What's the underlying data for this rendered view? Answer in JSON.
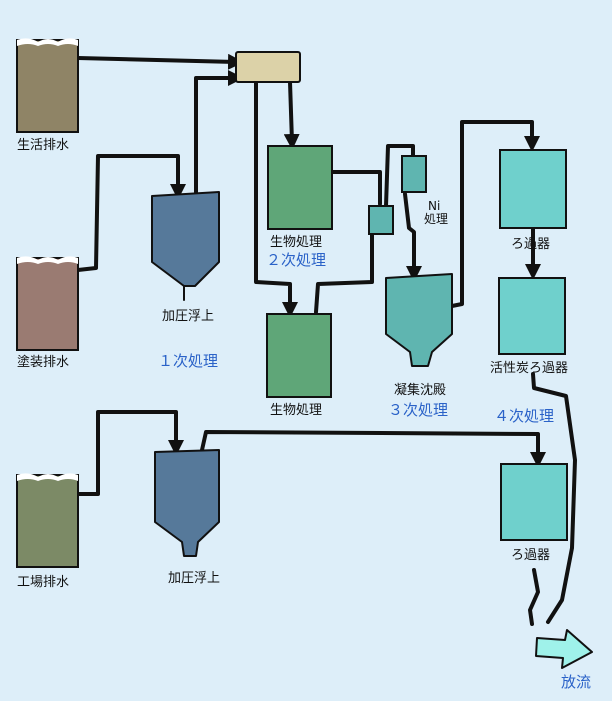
{
  "labels": {
    "domestic_wastewater": "生活排水",
    "paint_wastewater": "塗装排水",
    "factory_wastewater": "工場排水",
    "pressure_flotation_1": "加圧浮上",
    "pressure_flotation_2": "加圧浮上",
    "bio_treatment_1": "生物処理",
    "bio_treatment_2": "生物処理",
    "ni_treatment_line1": "Ni",
    "ni_treatment_line2": "処理",
    "coagulation_settling": "凝集沈殿",
    "filter_1": "ろ過器",
    "activated_carbon_filter": "活性炭ろ過器",
    "filter_2": "ろ過器",
    "discharge": "放流"
  },
  "stages": {
    "primary": "１次処理",
    "secondary": "２次処理",
    "tertiary": "３次処理",
    "quaternary": "４次処理"
  },
  "colors": {
    "background": "#ddeef9",
    "domestic_water": "#8f8466",
    "paint_water": "#9a7b72",
    "factory_water": "#7c8a66",
    "flotation_tank": "#56799a",
    "bio_tank": "#5fa678",
    "teal_tank": "#5fb5b0",
    "filter_tank": "#6fd0cc",
    "distributor": "#dcd2a8",
    "pipe": "#111111",
    "stage_text": "#2a62c8",
    "discharge_arrow": "#9ff2ea"
  }
}
